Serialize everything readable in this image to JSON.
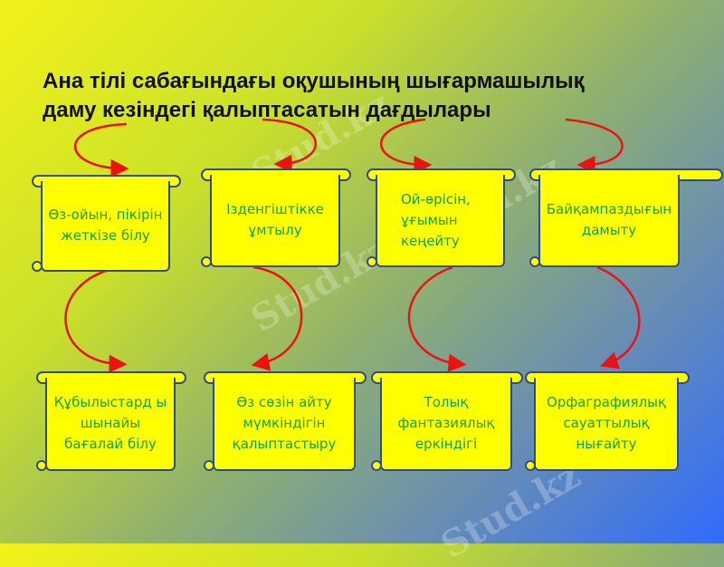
{
  "slide": {
    "title_line1": "Ана тілі сабағындағы оқушының шығармашылық",
    "title_line2": "даму кезіндегі қалыптасатын дағдылары",
    "watermark": "Stud.kz",
    "top_row": [
      "Өз-ойын, пікірін жеткізе білу",
      "Ізденгіштікке ұмтылу",
      "Ой-өрісін, ұғымын кеңейту",
      "Байқампаздығын дамыту"
    ],
    "bottom_row": [
      "Құбылыстард ы шынайы бағалай білу",
      "Өз сөзін айту мүмкіндігін қалыптастыру",
      "Толық фантазиялық еркіндігі",
      "Орфаграфиялық сауаттылық нығайту"
    ],
    "colors": {
      "scroll_fill": "#ffff00",
      "scroll_border": "#2f4d8c",
      "text": "#14a050",
      "arrow": "#ee1111"
    }
  }
}
